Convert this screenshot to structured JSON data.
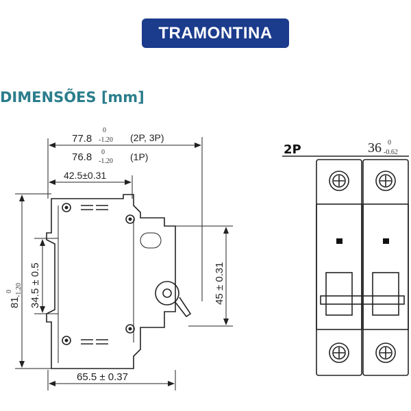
{
  "logo": {
    "text": "TRAMONTINA",
    "color": "#1b3b8c"
  },
  "title": "DIMENSÕES [mm]",
  "side_view": {
    "width_multi": {
      "value": "77.8",
      "upper": "0",
      "lower": "-1.20",
      "note": "(2P, 3P)"
    },
    "width_single": {
      "value": "76.8",
      "upper": "0",
      "lower": "-1.20",
      "note": "(1P)"
    },
    "rail_offset": "42.5±0.31",
    "height": {
      "value": "81",
      "upper": "0",
      "lower": "-1.20"
    },
    "rail_height": "34.5 ± 0.5",
    "toggle_height": "45 ± 0.31",
    "depth": "65.5 ± 0.37"
  },
  "front_view": {
    "label": "2P",
    "width": {
      "value": "36",
      "upper": "0",
      "lower": "-0.62"
    }
  }
}
